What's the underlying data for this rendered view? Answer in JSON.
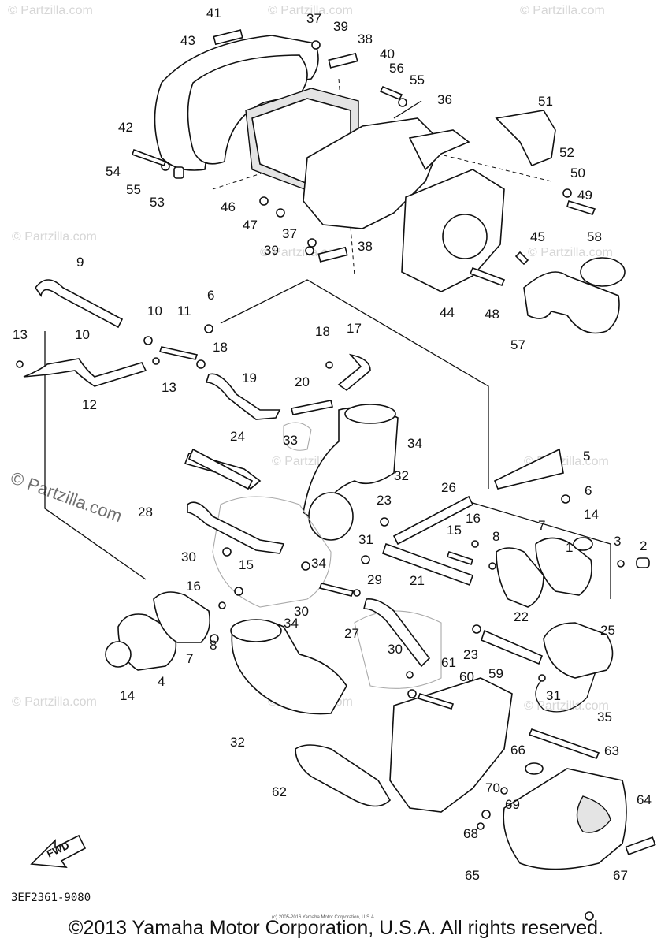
{
  "diagram": {
    "code": "3EF2361-9080",
    "watermark": "© Partzilla.com",
    "fwd_label": "FWD",
    "small_copyright": "(c) 2005-2016 Yamaha Motor Corporation, U.S.A.",
    "copyright": "©2013 Yamaha Motor Corporation, U.S.A. All rights reserved.",
    "labels": [
      "1",
      "2",
      "3",
      "4",
      "5",
      "6",
      "6",
      "7",
      "7",
      "8",
      "8",
      "9",
      "10",
      "10",
      "11",
      "12",
      "13",
      "13",
      "14",
      "14",
      "15",
      "15",
      "16",
      "16",
      "17",
      "18",
      "18",
      "19",
      "20",
      "21",
      "22",
      "23",
      "23",
      "24",
      "25",
      "26",
      "27",
      "28",
      "29",
      "30",
      "30",
      "30",
      "31",
      "31",
      "32",
      "32",
      "33",
      "34",
      "34",
      "34",
      "35",
      "36",
      "37",
      "37",
      "38",
      "38",
      "39",
      "39",
      "40",
      "41",
      "42",
      "43",
      "44",
      "45",
      "46",
      "47",
      "48",
      "49",
      "50",
      "51",
      "52",
      "53",
      "54",
      "55",
      "55",
      "56",
      "57",
      "58",
      "59",
      "60",
      "61",
      "62",
      "63",
      "64",
      "65",
      "66",
      "67",
      "68",
      "69",
      "70"
    ]
  }
}
